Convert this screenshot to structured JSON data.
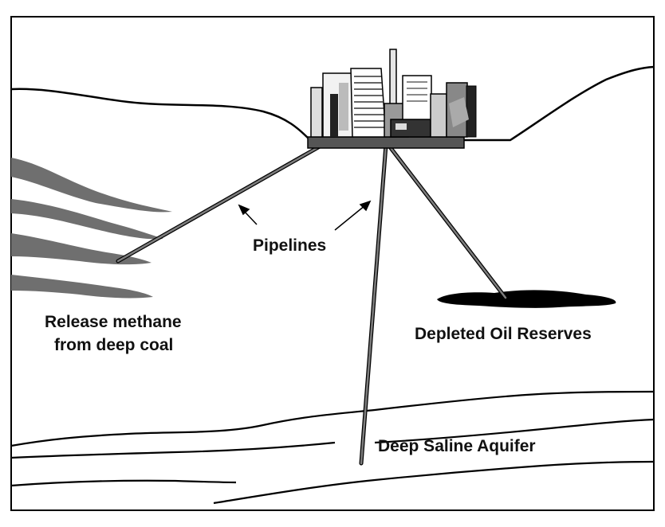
{
  "labels": {
    "pipelines": "Pipelines",
    "coal_line1": "Release methane",
    "coal_line2": "from deep coal",
    "oil": "Depleted Oil Reserves",
    "aquifer": "Deep Saline Aquifer"
  },
  "colors": {
    "ink": "#111111",
    "coal": "#6f6f6f",
    "pipe": "#7d7d7d",
    "oil": "#000000",
    "frame": "#000000"
  }
}
